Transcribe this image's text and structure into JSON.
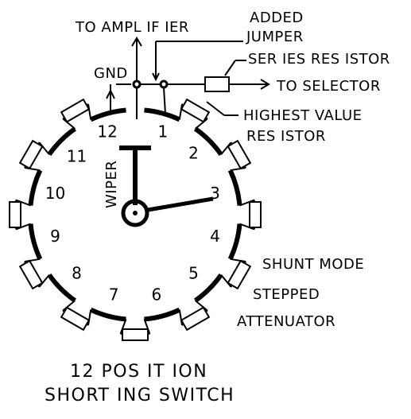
{
  "labels": {
    "to_amplifier": "TO AMPL IF IER",
    "added": "ADDED",
    "jumper": "JUMPER",
    "series_resistor": "SER IES RES ISTOR",
    "to_selector": "TO SELECTOR",
    "gnd": "GND",
    "highest_value": "HIGHEST VALUE",
    "resistor": "RES ISTOR",
    "wiper": "WIPER",
    "shunt_mode": "SHUNT MODE",
    "stepped": "STEPPED",
    "attenuator": "ATTENUATOR",
    "caption_line1": "12 POS IT ION",
    "caption_line2": "SHORT ING SWITCH"
  },
  "positions": [
    "1",
    "2",
    "3",
    "4",
    "5",
    "6",
    "7",
    "8",
    "9",
    "10",
    "11",
    "12"
  ]
}
